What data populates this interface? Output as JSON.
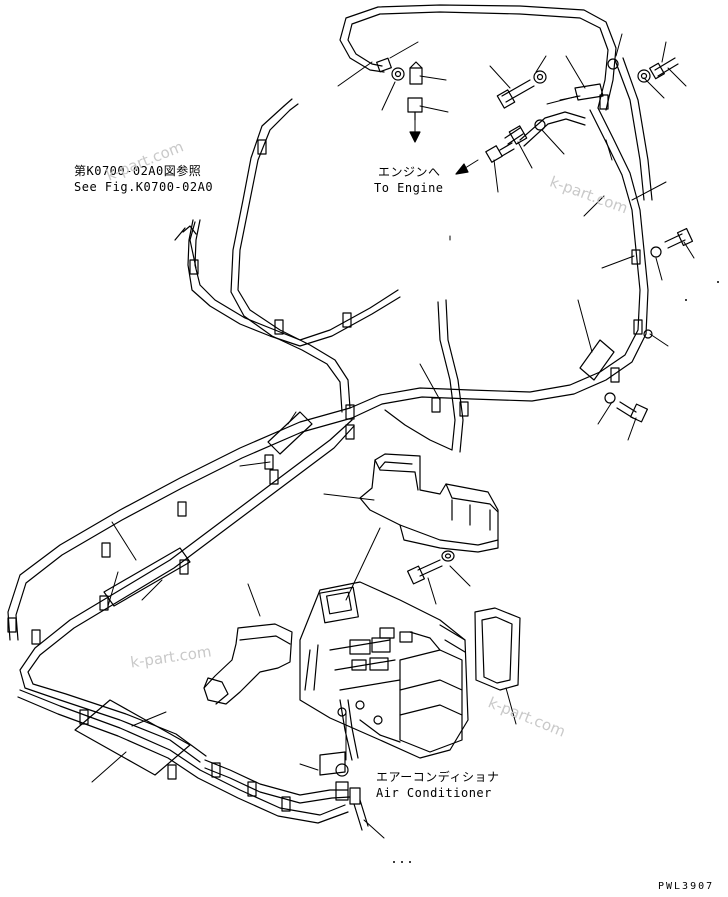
{
  "callouts": {
    "ref_jp": "第K0700-02A0図参照",
    "ref_en": "See Fig.K0700-02A0",
    "engine_jp": "エンジンへ",
    "engine_en": "To Engine",
    "aircon_jp": "エアーコンディショナ",
    "aircon_en": "Air Conditioner"
  },
  "drawing_number": "PWL3907",
  "watermarks": [
    "k-part.com",
    "k-part.com",
    "k-part.com",
    "k-part.com"
  ]
}
